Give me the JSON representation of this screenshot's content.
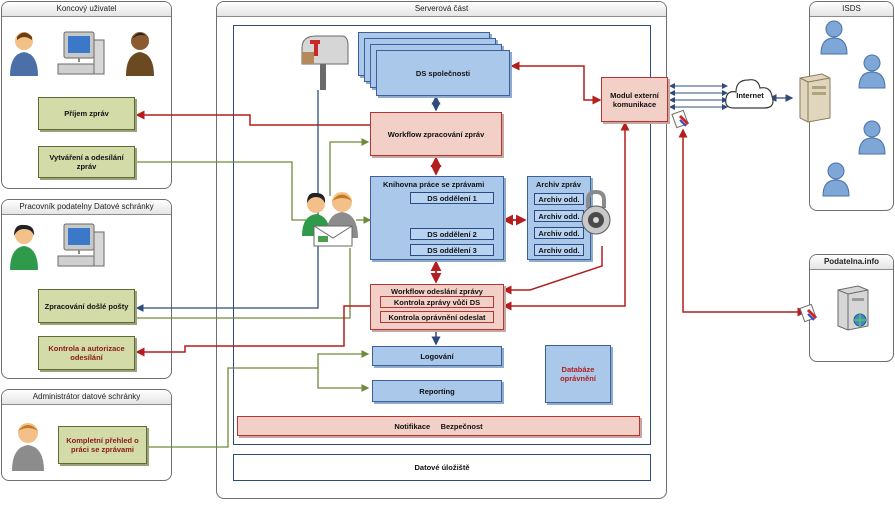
{
  "panels": {
    "end_user": "Koncový uživatel",
    "mailroom": "Pracovník podatelny Datové schránky",
    "admin": "Administrátor datové schránky",
    "server": "Serverová část",
    "isds": "ISDS",
    "podatelna": "Podatelna.info"
  },
  "boxes": {
    "prijem": "Příjem zpráv",
    "vytvareni": "Vytváření a odesílání zpráv",
    "zpracovani": "Zpracování došlé pošty",
    "kontrola_autorizace": "Kontrola a autorizace odesílání",
    "prehled": "Kompletní přehled o práci se zprávami",
    "ds_spolecnosti": "DS společnosti",
    "workflow_zprac": "Workflow zpracování zpráv",
    "knihovna": "Knihovna práce se zprávami",
    "ds_odd_1": "DS oddělení 1",
    "ds_odd_2": "DS oddělení 2",
    "ds_odd_3": "DS oddělení 3",
    "archiv_title": "Archiv zpráv",
    "archiv_odd": [
      "Archiv odd.",
      "Archiv odd.",
      "Archiv odd.",
      "Archiv odd."
    ],
    "workflow_odesl": "Workflow odeslání zprávy",
    "kontrola_ds": "Kontrola zprávy vůči DS",
    "kontrola_opr": "Kontrola oprávnění odeslat",
    "logovani": "Logování",
    "reporting": "Reporting",
    "databaze": "Databáze oprávnění",
    "notifikace": "Notifikace     Bezpečnost",
    "ulozi": "Datové úložiště",
    "modul": "Modul externí komunikace",
    "internet": "Internet"
  },
  "colors": {
    "red_arrow": "#b41e1e",
    "blue_arrow": "#2f4b7c",
    "green_arrow": "#6f8a3a",
    "server_blue": "#2b4a80"
  }
}
